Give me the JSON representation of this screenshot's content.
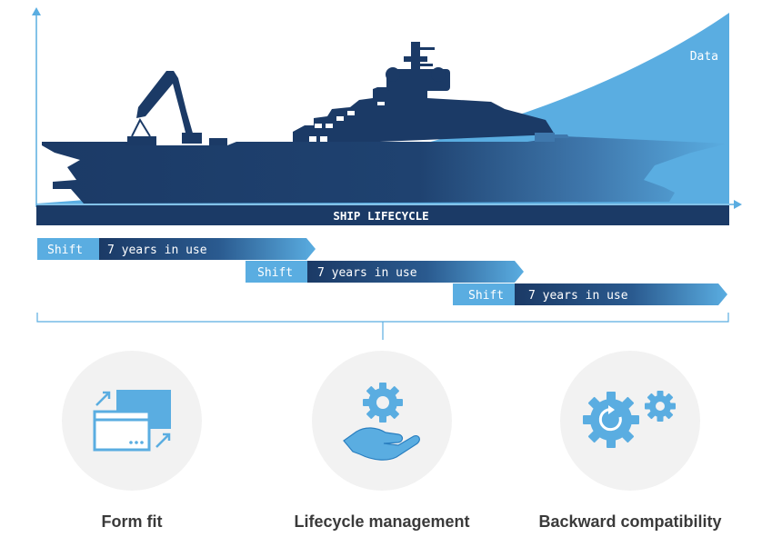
{
  "chart": {
    "data_label": "Data",
    "bar_label": "SHIP LIFECYCLE"
  },
  "timeline": [
    {
      "shift_label": "Shift",
      "use_label": "7 years in use"
    },
    {
      "shift_label": "Shift",
      "use_label": "7 years in use"
    },
    {
      "shift_label": "Shift",
      "use_label": "7 years in use"
    }
  ],
  "features": [
    {
      "label": "Form fit",
      "icon": "form-fit-icon"
    },
    {
      "label": "Lifecycle management",
      "icon": "hand-gear-icon"
    },
    {
      "label": "Backward compatibility",
      "icon": "gears-icon"
    }
  ],
  "colors": {
    "navy": "#1b3a66",
    "accent_blue": "#5aade1",
    "circle_bg": "#f2f2f2",
    "text_dark": "#3a3a3a"
  }
}
